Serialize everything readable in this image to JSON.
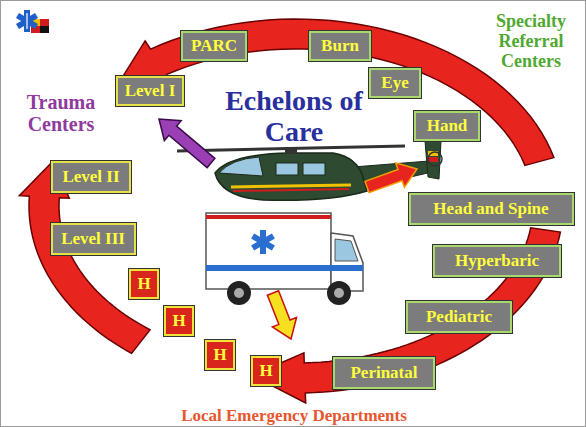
{
  "diagram": {
    "title": "Echelons of Care",
    "nodes": [
      {
        "text": [
          "PARC"
        ]
      },
      {
        "text": [
          "Burn"
        ]
      },
      {
        "text": [
          "Level I"
        ]
      },
      {
        "text": [
          "Eye"
        ]
      },
      {
        "text": [
          "Hand"
        ]
      },
      {
        "text": [
          "Level II"
        ]
      },
      {
        "text": [
          "Head and Spine"
        ]
      },
      {
        "text": [
          "Level III"
        ]
      },
      {
        "text": [
          "Hyperbaric"
        ]
      },
      {
        "text": [
          "H"
        ]
      },
      {
        "text": [
          "H"
        ]
      },
      {
        "text": [
          "Pediatric"
        ]
      },
      {
        "text": [
          "H"
        ]
      },
      {
        "text": [
          "H"
        ]
      },
      {
        "text": [
          "Perinatal"
        ]
      }
    ],
    "labels": [
      "Trauma Centers",
      "Specialty Referral Centers",
      "Local Emergency Departments"
    ]
  }
}
